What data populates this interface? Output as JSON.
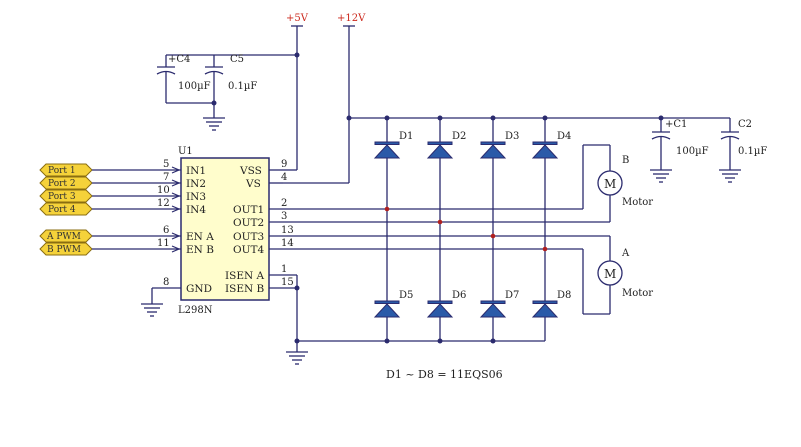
{
  "power": {
    "v5": "+5V",
    "v12": "+12V"
  },
  "caps": {
    "c4": {
      "ref": "+C4",
      "value": "100µF"
    },
    "c5": {
      "ref": "C5",
      "value": "0.1µF"
    },
    "c1": {
      "ref": "+C1",
      "value": "100µF"
    },
    "c2": {
      "ref": "C2",
      "value": "0.1µF"
    }
  },
  "chip": {
    "ref": "U1",
    "part": "L298N",
    "left_pins": [
      {
        "num": "5",
        "name": "IN1"
      },
      {
        "num": "7",
        "name": "IN2"
      },
      {
        "num": "10",
        "name": "IN3"
      },
      {
        "num": "12",
        "name": "IN4"
      },
      {
        "num": "6",
        "name": "EN A"
      },
      {
        "num": "11",
        "name": "EN B"
      },
      {
        "num": "8",
        "name": "GND"
      }
    ],
    "right_pins": [
      {
        "num": "9",
        "name": "VSS"
      },
      {
        "num": "4",
        "name": "VS"
      },
      {
        "num": "2",
        "name": "OUT1"
      },
      {
        "num": "3",
        "name": "OUT2"
      },
      {
        "num": "13",
        "name": "OUT3"
      },
      {
        "num": "14",
        "name": "OUT4"
      },
      {
        "num": "1",
        "name": "ISEN A"
      },
      {
        "num": "15",
        "name": "ISEN B"
      }
    ]
  },
  "ports": [
    "Port 1",
    "Port 2",
    "Port 3",
    "Port 4",
    "A PWM",
    "B PWM"
  ],
  "diodes": [
    "D1",
    "D2",
    "D3",
    "D4",
    "D5",
    "D6",
    "D7",
    "D8"
  ],
  "motors": {
    "b": {
      "label": "B",
      "symbol": "M",
      "name": "Motor"
    },
    "a": {
      "label": "A",
      "symbol": "M",
      "name": "Motor"
    }
  },
  "note": "D1 ~ D8 = 11EQS06"
}
